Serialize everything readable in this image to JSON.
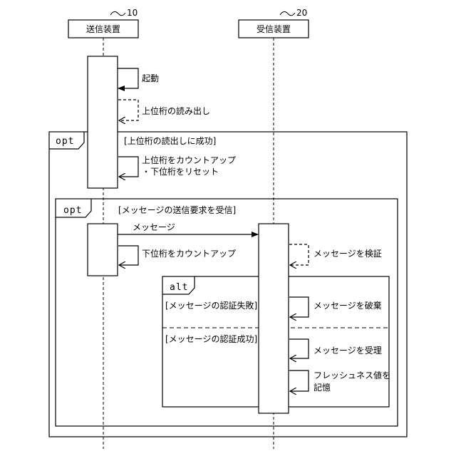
{
  "participants": {
    "sender": {
      "name": "送信装置",
      "ref": "10"
    },
    "receiver": {
      "name": "受信装置",
      "ref": "20"
    }
  },
  "messages": {
    "startup": "起動",
    "read_upper": "上位桁の読み出し",
    "count_upper_1": "上位桁をカウントアップ",
    "count_upper_2": "・下位桁をリセット",
    "message": "メッセージ",
    "count_lower": "下位桁をカウントアップ",
    "verify": "メッセージを検証",
    "discard": "メッセージを破棄",
    "accept": "メッセージを受理",
    "store_1": "フレッシュネス値を",
    "store_2": "記憶"
  },
  "fragments": {
    "outer": {
      "keyword": "opt",
      "guard": "[上位桁の読出しに成功]"
    },
    "inner": {
      "keyword": "opt",
      "guard": "[メッセージの送信要求を受信]"
    },
    "alt": {
      "keyword": "alt",
      "guard_fail": "[メッセージの認証失敗]",
      "guard_success": "[メッセージの認証成功]"
    }
  }
}
